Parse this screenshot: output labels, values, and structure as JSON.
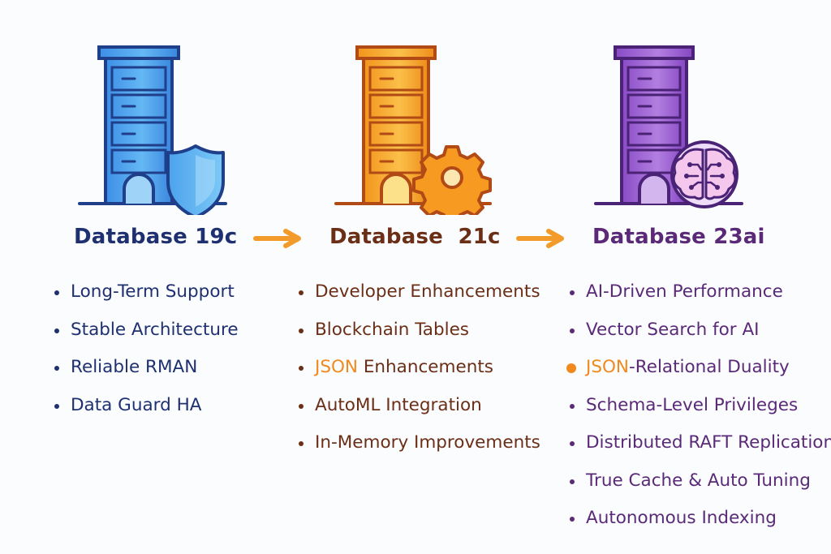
{
  "colors": {
    "blue": "#1e3070",
    "orange": "#6b2e16",
    "purple": "#5a2a78",
    "accent": "#f08a1e"
  },
  "columns": [
    {
      "title": "Database 19c",
      "badge_icon": "shield-icon",
      "items": [
        {
          "text": "Long-Term Support"
        },
        {
          "text": "Stable Architecture"
        },
        {
          "text": "Reliable RMAN"
        },
        {
          "text": "Data Guard HA"
        }
      ]
    },
    {
      "title": "Database  21c",
      "badge_icon": "gear-icon",
      "items": [
        {
          "text": "Developer Enhancements"
        },
        {
          "text": "Blockchain Tables"
        },
        {
          "highlight": "JSON",
          "text": " Enhancements"
        },
        {
          "text": "AutoML Integration"
        },
        {
          "text": "In-Memory Improvements"
        }
      ]
    },
    {
      "title": "Database 23ai",
      "badge_icon": "brain-icon",
      "items": [
        {
          "text": "AI-Driven Performance"
        },
        {
          "text": "Vector Search for AI"
        },
        {
          "highlight": "JSON",
          "text": "-Relational Duality"
        },
        {
          "text": "Schema-Level Privileges"
        },
        {
          "text": "Distributed RAFT Replication"
        },
        {
          "text": "True Cache & Auto Tuning"
        },
        {
          "text": "Autonomous Indexing"
        }
      ]
    }
  ]
}
